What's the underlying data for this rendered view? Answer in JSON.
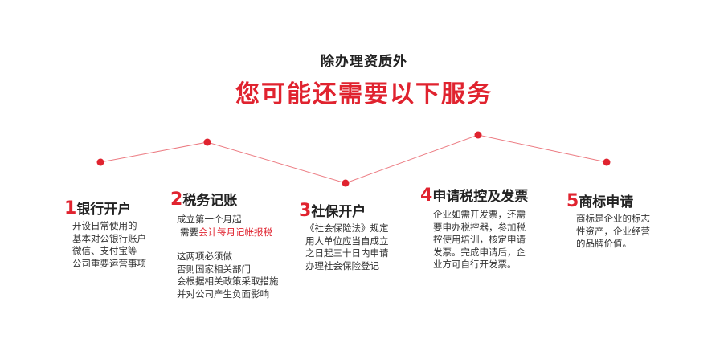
{
  "header": {
    "subtitle": "除办理资质外",
    "title": "您可能还需要以下服务"
  },
  "accent_color": "#e0232f",
  "services": [
    {
      "number": "1",
      "name": "银行开户",
      "lines": [
        "开设日常使用的",
        "基本对公银行账户",
        "微信、支付宝等",
        "公司重要运营事项"
      ]
    },
    {
      "number": "2",
      "name": "税务记账",
      "line1": "成立第一个月起",
      "line2_prefix": "需要",
      "line2_highlight": "会计每月记帐报税",
      "lines_extra": [
        "这两项必须做",
        "否则国家相关部门",
        "会根据相关政策采取措施",
        "并对公司产生负面影响"
      ]
    },
    {
      "number": "3",
      "name": "社保开户",
      "lines": [
        "《社会保险法》规定",
        "用人单位应当自成立",
        "之日起三十日内申请",
        "办理社会保险登记"
      ]
    },
    {
      "number": "4",
      "name": "申请税控及发票",
      "lines": [
        "企业如需开发票，还需",
        "要申办税控器，参加税",
        "控使用培训，核定申请",
        "发票。完成申请后，企",
        "业方可自行开发票。"
      ]
    },
    {
      "number": "5",
      "name": "商标申请",
      "lines": [
        "商标是企业的标志",
        "性资产，企业经营",
        "的品牌价值。"
      ]
    }
  ]
}
